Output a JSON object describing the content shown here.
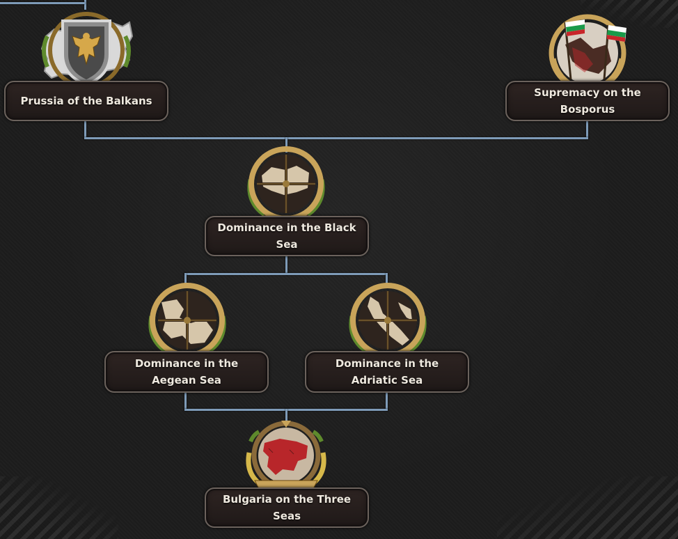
{
  "focus_tree": {
    "nodes": {
      "prussia": {
        "title": "Prussia of the Balkans",
        "icon": "eagle-shield-icon"
      },
      "bosporus": {
        "title": "Supremacy on the Bosporus",
        "icon": "bulgarian-flags-icon"
      },
      "black_sea": {
        "title": "Dominance in the Black Sea",
        "icon": "crosshair-map-icon"
      },
      "aegean": {
        "title": "Dominance in the Aegean Sea",
        "icon": "crosshair-map-icon"
      },
      "adriatic": {
        "title": "Dominance in the Adriatic Sea",
        "icon": "crosshair-map-icon"
      },
      "three_seas": {
        "title": "Bulgaria on the Three Seas",
        "icon": "bulgaria-map-icon"
      }
    },
    "colors": {
      "connector": "#7e9bb8",
      "label_bg": "#2a2120",
      "label_text": "#efe9df",
      "gold": "#c9a45a",
      "laurel": "#5e8a2c",
      "bulgaria_red": "#b8262a"
    }
  }
}
